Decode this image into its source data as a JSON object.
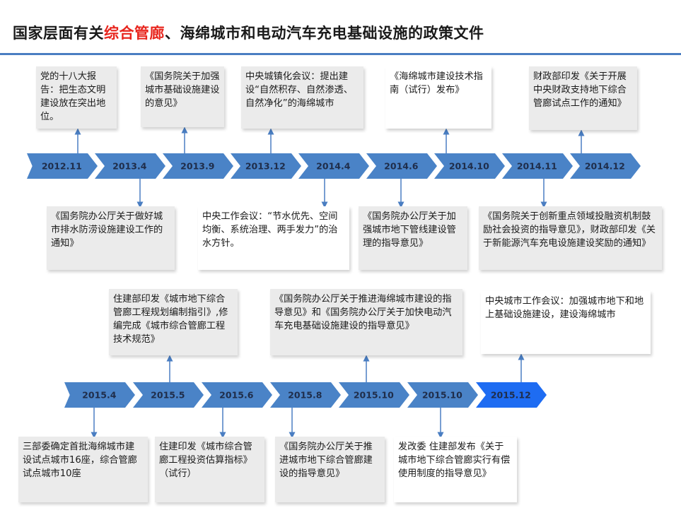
{
  "title": {
    "part1": "国家层面有关",
    "highlight": "综合管廊",
    "part2": "、海绵城市和电动汽车充电基础设施的政策文件"
  },
  "colors": {
    "chevron": "#4a83c7",
    "chevron_dark": "#3a6fb0",
    "chevron_final": "#1e6cf2",
    "rule": "#4a7ec2",
    "highlight": "#e8251d",
    "box": "#ebebeb"
  },
  "timeline1": {
    "dates": [
      "2012.11",
      "2013.4",
      "2013.9",
      "2013.12",
      "2014.4",
      "2014.6",
      "2014.10",
      "2014.11",
      "2014.12"
    ]
  },
  "timeline2": {
    "dates": [
      "2015.4",
      "2015.5",
      "2015.6",
      "2015.8",
      "2015.10",
      "2015.10",
      "2015.12"
    ]
  },
  "boxes": {
    "b2012_11": "党的十八大报告：把生态文明建设放在突出地位。",
    "b2013_4": "《国务院办公厅关于做好城市排水防涝设施建设工作的通知》",
    "b2013_9": "《国务院关于加强城市基础设施建设的意见》",
    "b2013_12": "中央城镇化会议：提出建设“自然积存、自然渗透、自然净化”的海绵城市",
    "b2014_4": "中央工作会议：“节水优先、空间均衡、系统治理、两手发力”的治水方针。",
    "b2014_6": "《国务院办公厅关于加强城市地下管线建设管理的指导意见》",
    "b2014_10": "《海绵城市建设技术指南（试行）发布》",
    "b2014_11": "《国务院关于创新重点领域投融资机制鼓励社会投资的指导意见》，财政部印发《关于新能源汽车充电设施建设奖励的通知》",
    "b2014_12": "财政部印发《关于开展中央财政支持地下综合管廊试点工作的通知》",
    "b2015_4": "三部委确定首批海绵城市建设试点城市16座，综合管廊试点城市10座",
    "b2015_5": "住建部印发《城市地下综合管廊工程规划编制指引》,修编完成《城市综合管廊工程技术规范》",
    "b2015_6": "住建印发《城市综合管廊工程投资估算指标》（试行）",
    "b2015_8a": "《国务院办公厅关于推进城市地下综合管廊建设的指导意见》",
    "b2015_8b": "《国务院办公厅关于推进海绵城市建设的指导意见》和《国务院办公厅关于加快电动汽车充电基础设施建设的指导意见》",
    "b2015_10": "发改委 住建部发布《关于城市地下综合管廊实行有偿使用制度的指导意见》",
    "b2015_12": "中央城市工作会议：加强城市地下和地上基础设施建设，建设海绵城市"
  }
}
